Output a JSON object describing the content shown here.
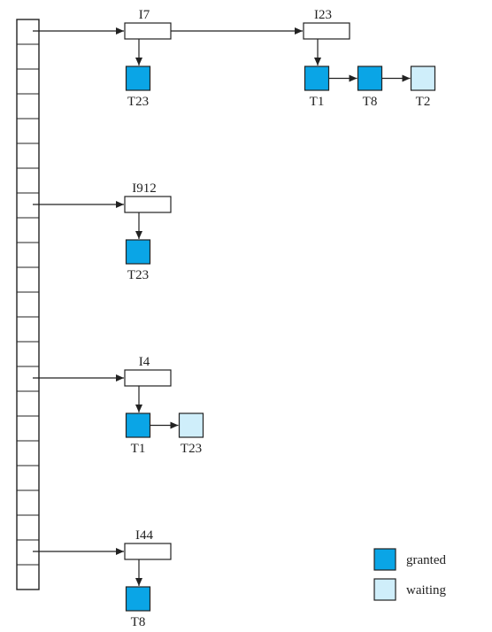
{
  "diagram": {
    "colors": {
      "granted": "#0aa5e6",
      "waiting": "#cfeefa",
      "stroke": "#222222",
      "header_fill": "#ffffff"
    },
    "hash_table": {
      "slots": 23
    },
    "chains": [
      {
        "items": [
          {
            "label": "I7",
            "locks": [
              {
                "label": "T23",
                "status": "granted"
              }
            ]
          },
          {
            "label": "I23",
            "locks": [
              {
                "label": "T1",
                "status": "granted"
              },
              {
                "label": "T8",
                "status": "granted"
              },
              {
                "label": "T2",
                "status": "waiting"
              }
            ]
          }
        ]
      },
      {
        "items": [
          {
            "label": "I912",
            "locks": [
              {
                "label": "T23",
                "status": "granted"
              }
            ]
          }
        ]
      },
      {
        "items": [
          {
            "label": "I4",
            "locks": [
              {
                "label": "T1",
                "status": "granted"
              },
              {
                "label": "T23",
                "status": "waiting"
              }
            ]
          }
        ]
      },
      {
        "items": [
          {
            "label": "I44",
            "locks": [
              {
                "label": "T8",
                "status": "granted"
              }
            ]
          }
        ]
      }
    ],
    "legend": {
      "granted_label": "granted",
      "waiting_label": "waiting"
    }
  }
}
